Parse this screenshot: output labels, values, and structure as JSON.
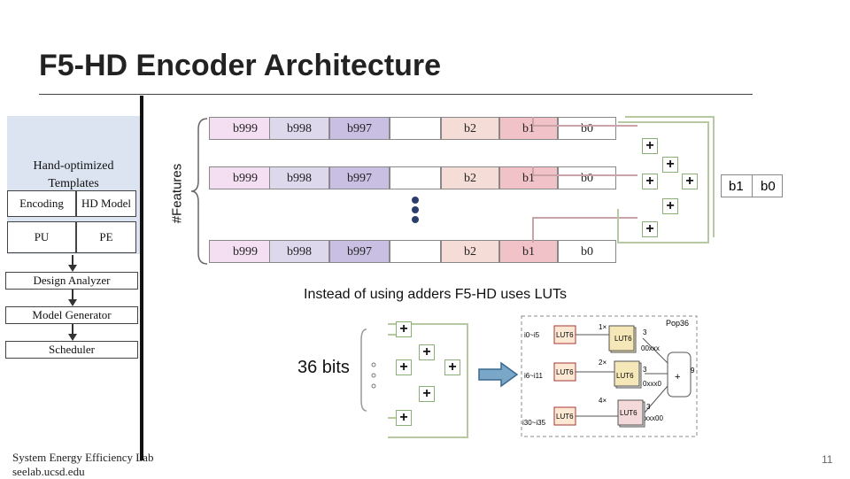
{
  "slide": {
    "title": "F5-HD Encoder Architecture",
    "page_number": "11",
    "footer": {
      "line1": "System Energy Efficiency Lab",
      "line2": "seelab.ucsd.edu"
    }
  },
  "left_panel": {
    "template_title": "Hand-optimized Templates",
    "encoding": "Encoding",
    "hd_model": "HD Model",
    "pu": "PU",
    "pe": "PE",
    "steps": [
      "Design Analyzer",
      "Model Generator",
      "Scheduler"
    ]
  },
  "features_label": "#Features",
  "rows": [
    {
      "b999": "b999",
      "b998": "b998",
      "b997": "b997",
      "b2": "b2",
      "b1": "b1",
      "b0": "b0"
    },
    {
      "b999": "b999",
      "b998": "b998",
      "b997": "b997",
      "b2": "b2",
      "b1": "b1",
      "b0": "b0"
    },
    {
      "b999": "b999",
      "b998": "b998",
      "b997": "b997",
      "b2": "b2",
      "b1": "b1",
      "b0": "b0"
    }
  ],
  "output_bits": {
    "b1": "b1",
    "b0": "b0"
  },
  "caption": "Instead of using adders F5-HD uses LUTs",
  "bits_label": "36 bits",
  "adder_symbol": "+",
  "lut": {
    "title": "Pop36",
    "lut_label": "LUT6",
    "inputs": [
      "i0~i5",
      "i6~i11",
      "i30~i35"
    ],
    "mults": [
      "1×",
      "2×",
      "4×"
    ],
    "outs": [
      "00xxx",
      "0xxx0",
      "xxx00"
    ],
    "three": "3",
    "nine": "9",
    "plus": "+"
  },
  "colors": {
    "adder_border": "#8ab078",
    "arrow_fill": "#7aa6c8",
    "template_bg": "#dbe4f0"
  }
}
